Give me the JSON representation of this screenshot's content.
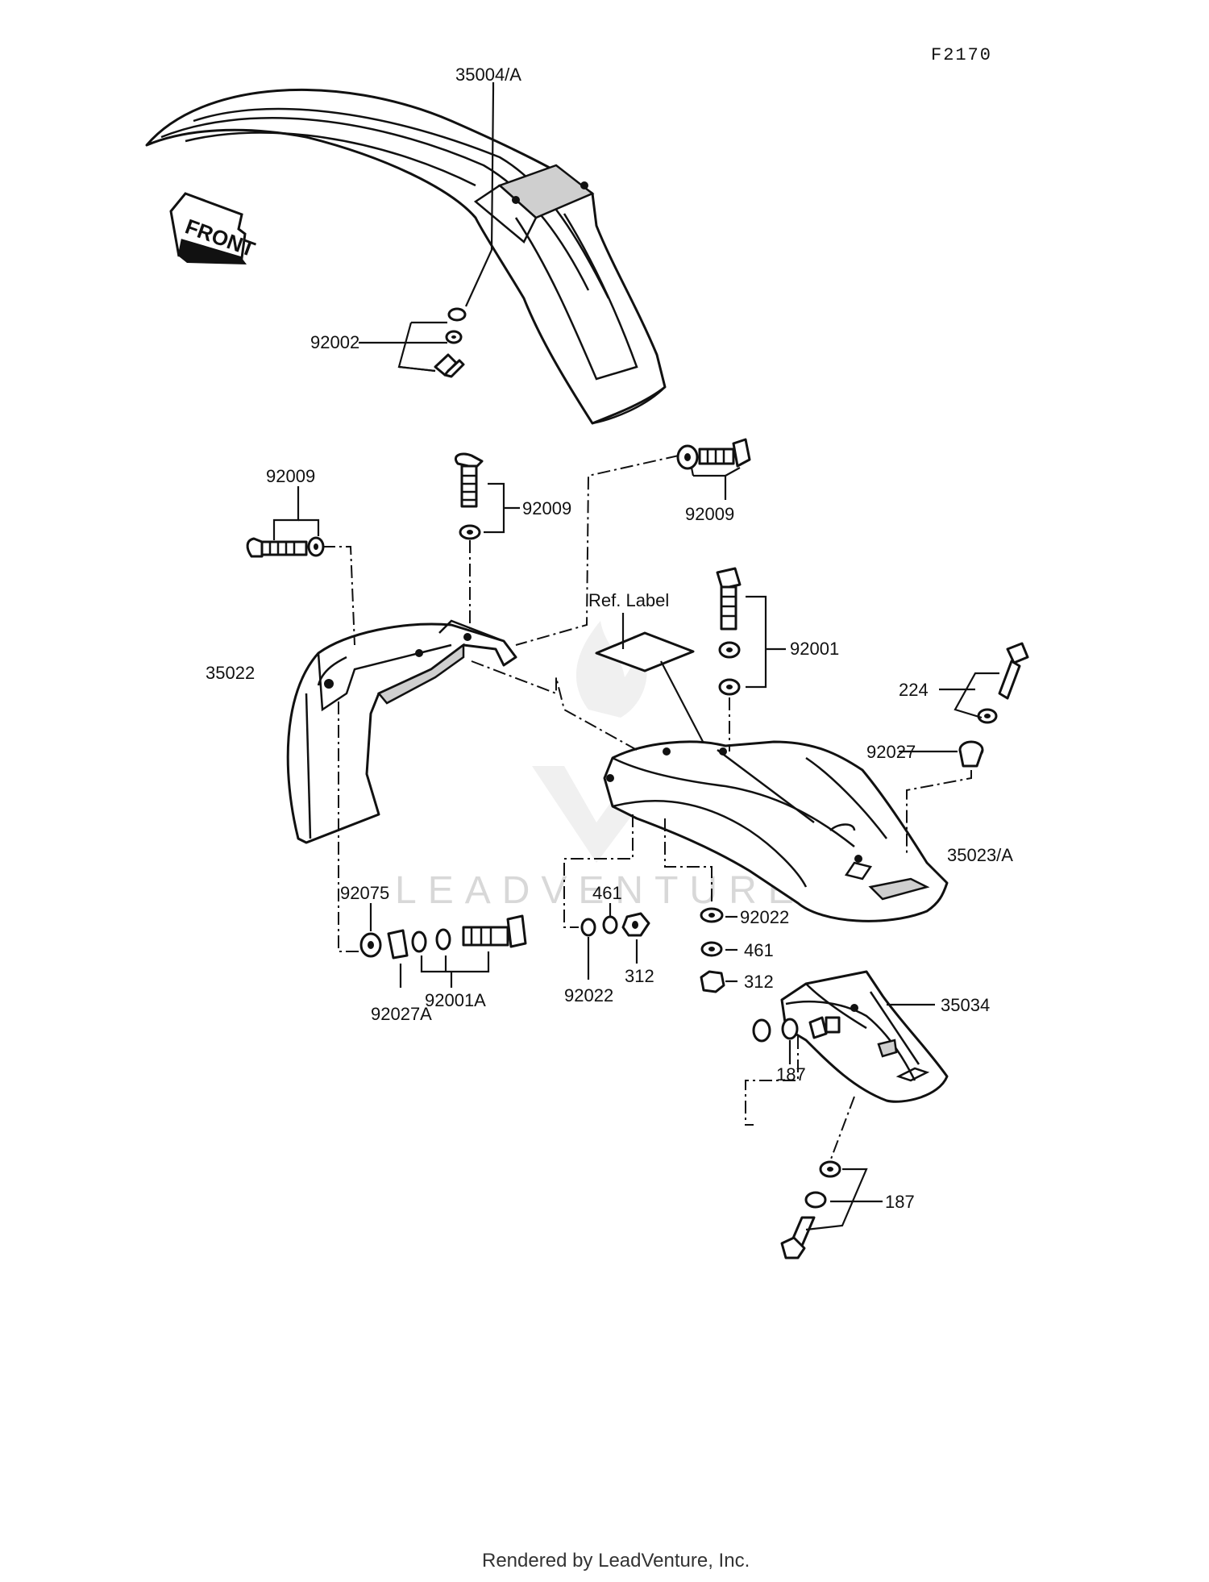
{
  "diagram": {
    "code": "F2170",
    "front_label": "FRONT",
    "ref_label": "Ref. Label",
    "watermark": "LEADVENTURE",
    "footer": "Rendered by LeadVenture, Inc.",
    "callouts": {
      "c35004a": "35004/A",
      "c92002": "92002",
      "c92009_left": "92009",
      "c92009_center": "92009",
      "c92009_right": "92009",
      "c35022": "35022",
      "c92001": "92001",
      "c224": "224",
      "c92027": "92027",
      "c35023a": "35023/A",
      "c92075": "92075",
      "c92001a": "92001A",
      "c92027a": "92027A",
      "c461_center": "461",
      "c312_center": "312",
      "c92022_center": "92022",
      "c92022_right": "92022",
      "c461_right": "461",
      "c312_right": "312",
      "c35034": "35034",
      "c187_upper": "187",
      "c187_lower": "187"
    }
  }
}
